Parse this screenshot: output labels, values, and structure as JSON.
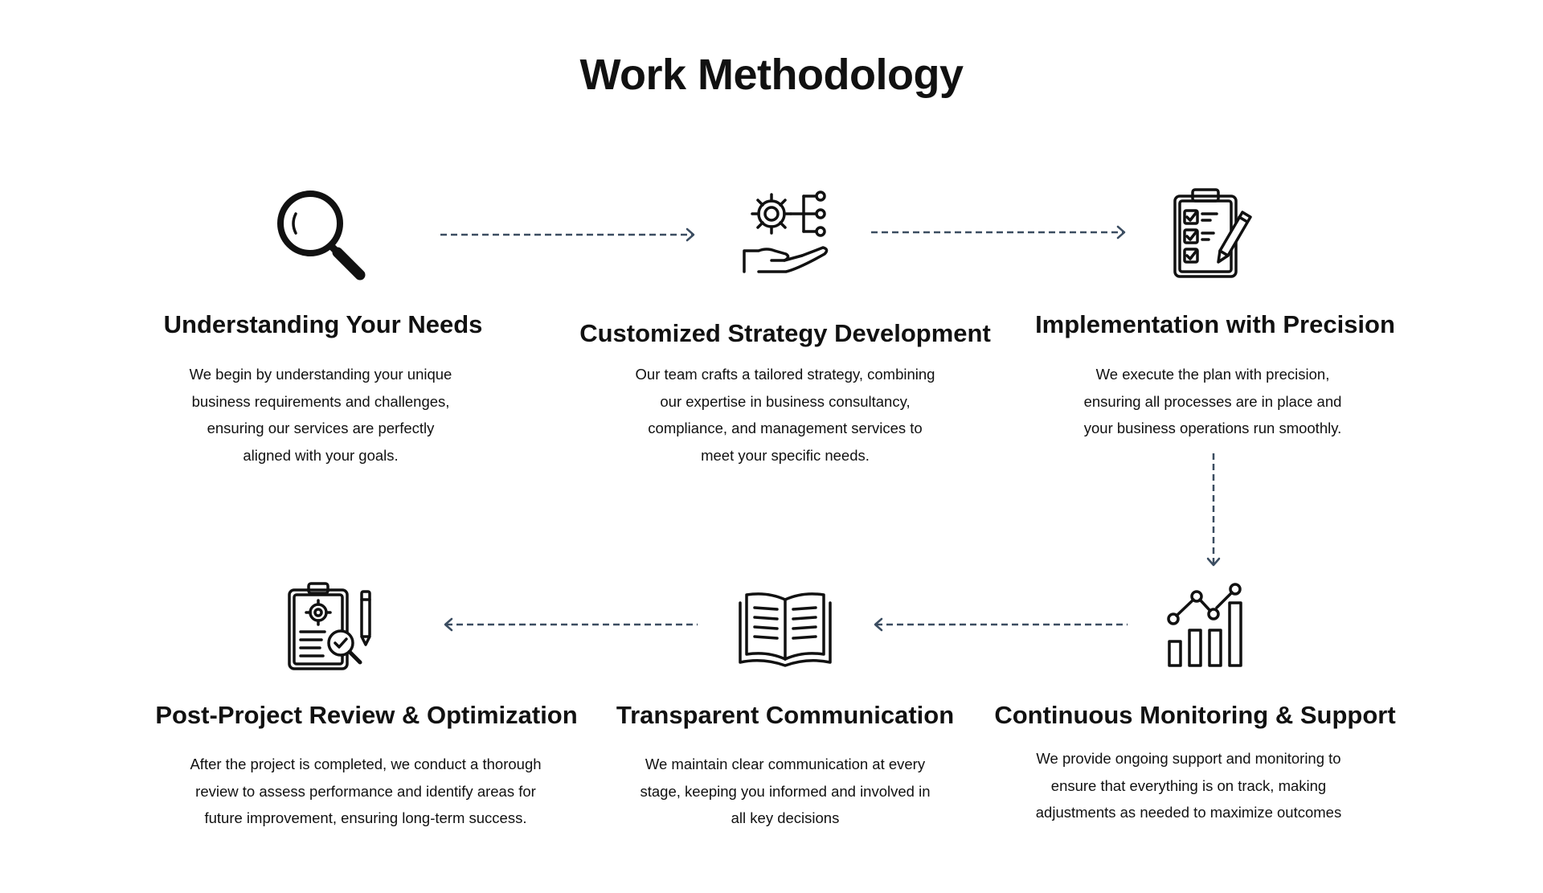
{
  "title": "Work Methodology",
  "connector_color": "#3b4d61",
  "steps": [
    {
      "icon": "magnifier-icon",
      "heading": "Understanding Your Needs",
      "lines": [
        "We begin by understanding your unique",
        "business requirements and challenges,",
        "ensuring our services are perfectly",
        "aligned with your goals."
      ]
    },
    {
      "icon": "hand-gear-network-icon",
      "heading": "Customized Strategy Development",
      "lines": [
        "Our team crafts a tailored strategy, combining",
        "our expertise in business consultancy,",
        "compliance, and management services to",
        "meet your specific needs."
      ]
    },
    {
      "icon": "clipboard-checklist-pencil-icon",
      "heading": "Implementation with Precision",
      "lines": [
        "We execute the plan with precision,",
        "ensuring all processes are in place and",
        "your business operations run smoothly."
      ]
    },
    {
      "icon": "growth-chart-icon",
      "heading": "Continuous Monitoring & Support",
      "lines": [
        "We provide ongoing support and monitoring to",
        "ensure that everything is on track, making",
        "adjustments as needed to maximize outcomes"
      ]
    },
    {
      "icon": "open-book-icon",
      "heading": "Transparent Communication",
      "lines": [
        "We maintain clear communication at every",
        "stage, keeping you informed and involved in",
        "all key decisions"
      ]
    },
    {
      "icon": "report-review-icon",
      "heading": "Post-Project Review & Optimization",
      "lines": [
        "After the project is completed, we conduct a thorough",
        "review to assess performance and identify areas for",
        "future improvement, ensuring long-term success."
      ]
    }
  ]
}
